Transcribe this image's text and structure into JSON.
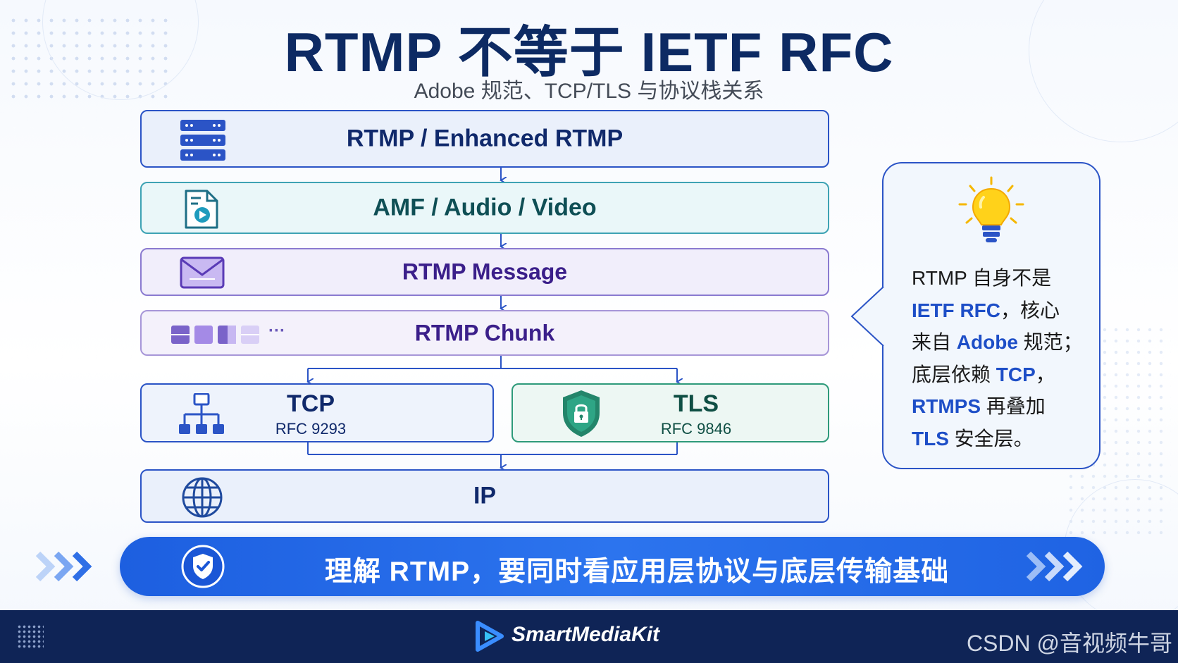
{
  "title": "RTMP 不等于 IETF RFC",
  "subtitle": "Adobe 规范、TCP/TLS 与协议栈关系",
  "layers": {
    "rtmp": {
      "label": "RTMP / Enhanced RTMP",
      "icon": "server-rack-icon"
    },
    "amf": {
      "label": "AMF / Audio / Video",
      "icon": "media-file-icon"
    },
    "message": {
      "label": "RTMP Message",
      "icon": "envelope-icon"
    },
    "chunk": {
      "label": "RTMP Chunk",
      "icon": "chunk-blocks-icon",
      "ellipsis": "···"
    },
    "tcp": {
      "label": "TCP",
      "sublabel": "RFC 9293",
      "icon": "network-tree-icon"
    },
    "tls": {
      "label": "TLS",
      "sublabel": "RFC 9846",
      "icon": "shield-lock-icon"
    },
    "ip": {
      "label": "IP",
      "icon": "globe-icon"
    }
  },
  "callout": {
    "icon": "lightbulb-icon",
    "lines": [
      [
        {
          "t": "RTMP 自身不是",
          "hl": false
        }
      ],
      [
        {
          "t": "IETF RFC",
          "hl": true
        },
        {
          "t": "，核心",
          "hl": false
        }
      ],
      [
        {
          "t": "来自 ",
          "hl": false
        },
        {
          "t": "Adobe",
          "hl": true
        },
        {
          "t": " 规范；",
          "hl": false
        }
      ],
      [
        {
          "t": "底层依赖 ",
          "hl": false
        },
        {
          "t": "TCP",
          "hl": true
        },
        {
          "t": "，",
          "hl": false
        }
      ],
      [
        {
          "t": "RTMPS",
          "hl": true
        },
        {
          "t": " 再叠加",
          "hl": false
        }
      ],
      [
        {
          "t": "TLS",
          "hl": true
        },
        {
          "t": " 安全层。",
          "hl": false
        }
      ]
    ]
  },
  "banner": {
    "text": "理解 RTMP，要同时看应用层协议与底层传输基础",
    "icon": "shield-check-icon"
  },
  "footer": {
    "brand": "SmartMediaKit",
    "watermark": "CSDN @音视频牛哥"
  },
  "colors": {
    "primary": "#2b54c6",
    "navy": "#0f2456",
    "teal": "#1e7a6a",
    "purple": "#4a2a9e",
    "accent": "#1d4ec7"
  }
}
